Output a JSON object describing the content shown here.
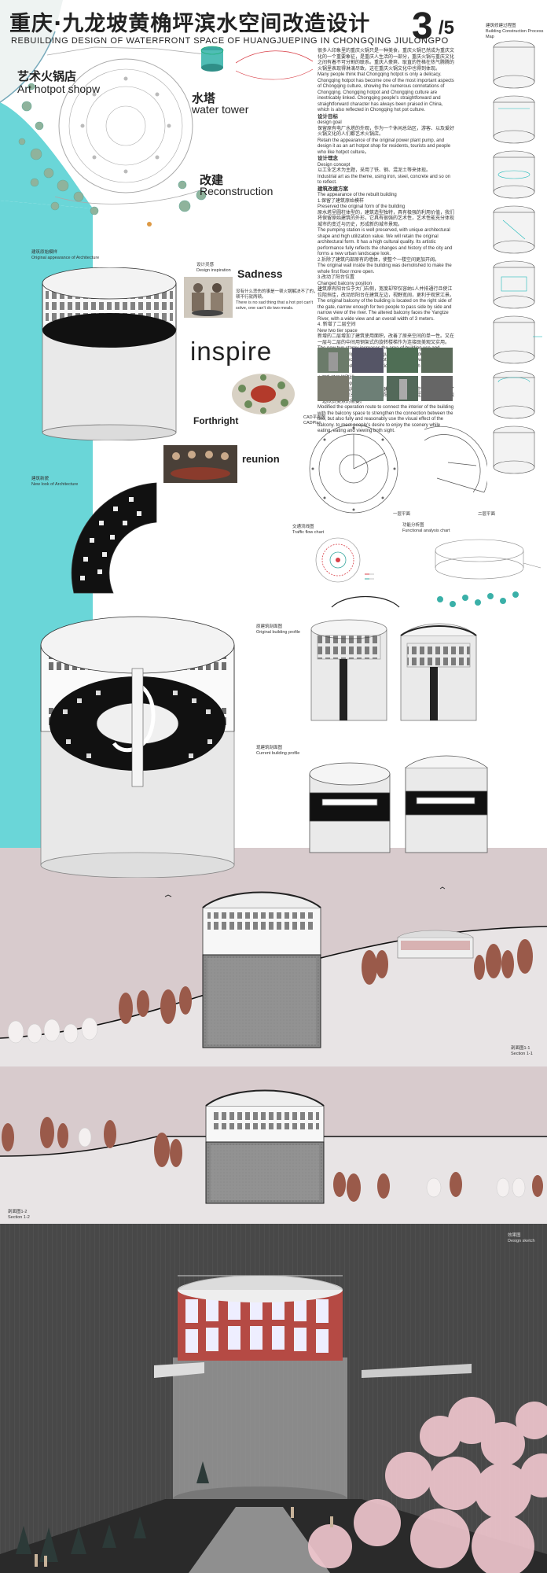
{
  "header": {
    "title_cn": "重庆·九龙坡黄桷坪滨水空间改造设计",
    "title_en": "REBUILDING DESIGN OF WATERFRONT SPACE OF HUANGJUEPING IN CHONGQING JIULONGPO",
    "page_num": "3",
    "page_total": "/5"
  },
  "labels": {
    "hotpot_cn": "艺术火锅店",
    "hotpot_en": "Art hotpot shopw",
    "tower_cn": "水塔",
    "tower_en": "water tower",
    "recon_cn": "改建",
    "recon_en": "Reconstruction",
    "process_cn": "建筑修建过程图",
    "process_en": "Building Construction Process Map",
    "original_cn": "建筑原始模样",
    "original_en": "Original appearance of Architecture",
    "inspiration_cn": "设计灵感",
    "inspiration_en": "Design inspiration",
    "newlook_cn": "建筑新貌",
    "newlook_en": "New look of Architecture",
    "cad_cn": "CAD平面图",
    "cad_en": "CADPlan",
    "floor1": "一层平面",
    "floor2": "二层平面",
    "traffic_cn": "交通流线图",
    "traffic_en": "Traffic flow chart",
    "func_cn": "功能分析图",
    "func_en": "Functional analysis chart",
    "origprof_cn": "原建筑剖面图",
    "origprof_en": "Original building profile",
    "curprof_cn": "现建筑剖面图",
    "curprof_en": "Current building profile",
    "section1_cn": "剖面图1-1",
    "section1_en": "Section 1-1",
    "section2_cn": "剖面图1-2",
    "section2_en": "Section 1-2",
    "sketch_cn": "效果图",
    "sketch_en": "Design sketch"
  },
  "moods": {
    "sadness": "Sadness",
    "sadness_cn": "没有什么悲伤的事是一顿火锅解决不了的，一顿不行就两顿。",
    "sadness_en": "There is no sad thing that a hot pot can't solve, one can't do two meals.",
    "inspire": "inspire",
    "forthright": "Forthright",
    "reunion": "reunion"
  },
  "description": {
    "intro_cn": "很多人印象里的重庆火锅只是一种美食，重庆火锅已然成为重庆文化的一个重要象征，是重庆人生活的一部分，重庆火锅与重庆文化之间有着不可分割的联系。重庆人豪爽、耿直的性格在热气腾腾的火锅里表现得淋漓尽致，这在重庆火锅文化中也得到体现。",
    "intro_en": "Many people think that Chongqing hotpot is only a delicacy. Chongqing hotpot has become one of the most important aspects of Chongqing culture, showing the numerous connotations of Chongqing. Chongqing hotpot and Chongqing culture are inextricably linked. Chongqing people's straightforward and straightforward character has always been praised in China, which is also reflected in Chongqing hot pot culture.",
    "goal_cn": "设计目标",
    "goal_en": "design goal",
    "goal_body_cn": "保留原有电厂水塔的外观，作为一个休闲总站区，游客、以及爱好火锅文化的人们都艺术火锅店。",
    "goal_body_en": "Retain the appearance of the original power plant pump, and design it as an art hotpot shop for residents, tourists and people who like hotpot culture。",
    "concept_cn": "设计理念",
    "concept_en": "Design concept",
    "concept_body_cn": "以工业艺术为主题，采用了铁、钢、混泥土等来体现。",
    "concept_body_en": "Industrial art as the theme, using iron, steel, concrete and so on to reflect.",
    "plan_cn": "建筑改建方案",
    "plan_en": "The appearance of the rebuilt building",
    "p1_cn": "1.保留了建筑原始模样",
    "p1_en": "Preserved the original form of the building",
    "p1_body_cn": "原水塔呈圆柱体型的，建筑造型独特，具有极强的利用价值，我们将保留原始建筑的外形，它具有很强的艺术性，艺术性能充分体现城市的变迁与历史，形成新的城市景观。",
    "p1_body_en": "The pumping station is well preserved, with unique architectural shape and high utilization value. We will retain the original architectural form. It has a high cultural quality. Its artistic performance fully reflects the changes and history of the city and forms a new urban landscape look.",
    "p2_cn": "2.拆除了建筑内部原有的墙体，使整个一楼空间更加开阔。",
    "p2_en": "The original wall inside the building was demolished to make the whole first floor more open.",
    "p3_cn": "3.改动了阳台位置",
    "p3_en": "Changed balcony position",
    "p3_body_cn": "建筑原有阳台位于大门右侧，宽度却窄仅容纳1人并排通行且使江位阻挡佳，改动后阳台在建筑左边，视野宽阔，更利于观赏江景。",
    "p3_body_en": "The original balcony of the building is located on the right side of the gate, narrow enough for two people to pass side by side and narrow view of the river. The altered balcony faces the Yangtze River, with a wide view and an overall width of 3 meters.",
    "p4_cn": "4. 新增了二层空间",
    "p4_en": "New two tier space",
    "p4_body_cn": "新增的二层增加了建筑使用面积，改善了原来空间的单一性。又在一层与二层的中间用钢架式的旋转楼梯作为连接既美观又实用。",
    "p4_body_en": "The new two-storey increases the area of building use and improves the original space singularity. In the middle of the first floor and the second floor, the rotating staircase with steel frame structure is used as the connection, which is both beautiful and useful.",
    "p5_cn": "4.调改了运作路线",
    "p5_en": "Modifying the operation route",
    "p5_body_cn": "调改了运作路线能更好地连接了建筑内部与阳台空间的联系加强了两者的联系，也充分合理利用了阳台的空间，满足了人们一边吃饭一边欣赏美景的需要。",
    "p5_body_en": "Modified the operation route to connect the interior of the building with the balcony space to strengthen the connection between the two, but also fully and reasonably use the visual effect of the balcony. to meet people's desire to enjoy the scenery while eating, eating and viewing both sight."
  },
  "colors": {
    "cyan": "#6ad6d8",
    "pink": "#d8cbcd",
    "dark": "#464646",
    "red": "#d9424a",
    "teal": "#3aa8a0"
  }
}
